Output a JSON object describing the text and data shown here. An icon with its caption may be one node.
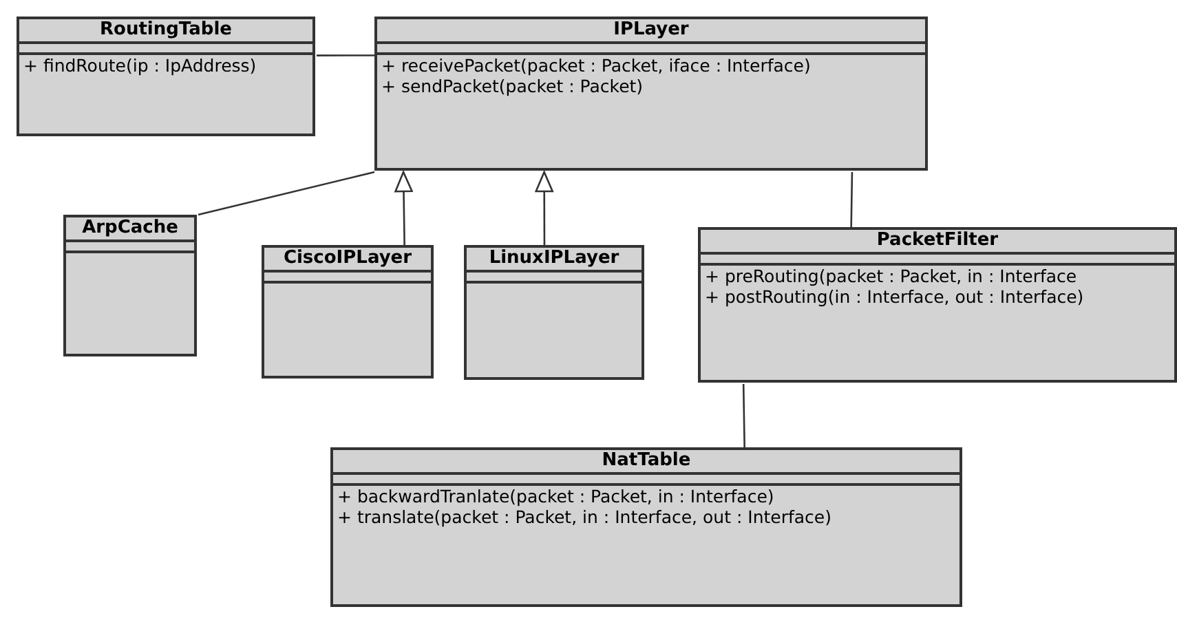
{
  "diagram": {
    "nodes": [
      {
        "text": [
          "RoutingTable",
          "+ findRoute(ip : IpAddress)"
        ]
      },
      {
        "text": [
          "IPLayer",
          "+ receivePacket(packet : Packet, iface : Interface)",
          "+ sendPacket(packet : Packet)"
        ]
      },
      {
        "text": [
          "ArpCache"
        ]
      },
      {
        "text": [
          "CiscoIPLayer"
        ]
      },
      {
        "text": [
          "LinuxIPLayer"
        ]
      },
      {
        "text": [
          "PacketFilter",
          "+ preRouting(packet : Packet, in : Interface",
          "+ postRouting(in : Interface, out : Interface)"
        ]
      },
      {
        "text": [
          "NatTable",
          "+ backwardTranlate(packet : Packet, in : Interface)",
          "+ translate(packet : Packet, in : Interface, out : Interface)"
        ]
      }
    ],
    "edges": [
      {
        "from": 0,
        "to": 1,
        "arrow": "none"
      },
      {
        "from": 2,
        "to": 1,
        "arrow": "none"
      },
      {
        "from": 3,
        "to": 1,
        "arrow": "to"
      },
      {
        "from": 4,
        "to": 1,
        "arrow": "to"
      },
      {
        "from": 5,
        "to": 1,
        "arrow": "none"
      },
      {
        "from": 6,
        "to": 5,
        "arrow": "none"
      }
    ]
  }
}
